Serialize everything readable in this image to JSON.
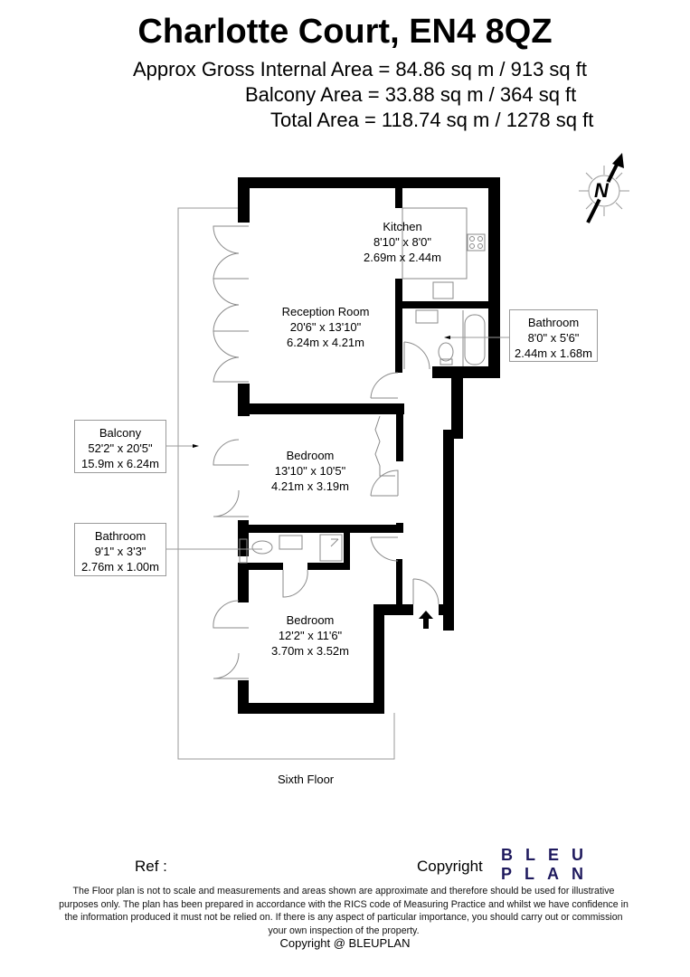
{
  "header": {
    "title": "Charlotte Court, EN4 8QZ",
    "areas": {
      "gross_internal": "Approx Gross Internal Area = 84.86 sq m / 913 sq ft",
      "balcony": "Balcony Area = 33.88 sq m / 364 sq ft",
      "total": "Total Area = 118.74 sq m / 1278 sq ft"
    }
  },
  "compass": {
    "icon": "north-arrow-icon",
    "label": "N"
  },
  "rooms": {
    "kitchen": {
      "name": "Kitchen",
      "imperial": "8'10\" x 8'0\"",
      "metric": "2.69m x 2.44m"
    },
    "reception": {
      "name": "Reception Room",
      "imperial": "20'6\" x 13'10\"",
      "metric": "6.24m x 4.21m"
    },
    "bedroom1": {
      "name": "Bedroom",
      "imperial": "13'10\" x 10'5\"",
      "metric": "4.21m x 3.19m"
    },
    "bedroom2": {
      "name": "Bedroom",
      "imperial": "12'2\" x 11'6\"",
      "metric": "3.70m x 3.52m"
    }
  },
  "callouts": {
    "bathroom_main": {
      "name": "Bathroom",
      "imperial": "8'0\" x 5'6\"",
      "metric": "2.44m x 1.68m"
    },
    "balcony": {
      "name": "Balcony",
      "imperial": "52'2\" x 20'5\"",
      "metric": "15.9m x 6.24m"
    },
    "bathroom_ensuite": {
      "name": "Bathroom",
      "imperial": "9'1\" x 3'3\"",
      "metric": "2.76m x 1.00m"
    }
  },
  "floor_label": "Sixth Floor",
  "entrance": {
    "icon": "entrance-arrow-icon"
  },
  "footer": {
    "ref_label": "Ref  :",
    "copyright_label": "Copyright",
    "logo_line1": "BLEU",
    "logo_line2": "PLAN",
    "logo_color": "#1f1a5e",
    "disclaimer": "The Floor plan is not to scale and measurements and areas shown are approximate and therefore should be used for illustrative purposes only. The plan has been prepared in accordance with the RICS code of Measuring Practice and whilst we have confidence in the information produced it must not be relied on. If there is any aspect of particular importance, you should carry out or commission your own inspection of the property.",
    "copyright_footer": "Copyright @ BLEUPLAN"
  }
}
